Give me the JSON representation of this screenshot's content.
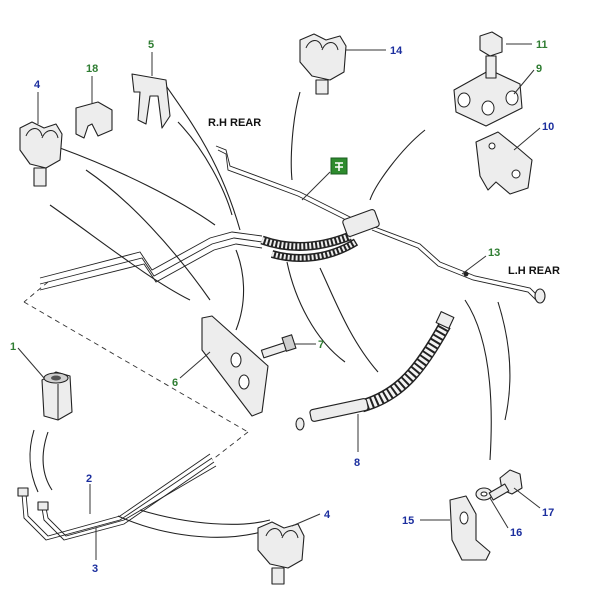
{
  "colors": {
    "callout_blue": "#1b2e9e",
    "callout_green": "#2f7d32",
    "note_icon_green": "#2e8b2e"
  },
  "labels": {
    "rh_rear": "R.H REAR",
    "lh_rear": "L.H REAR",
    "note_icon": "note-info-icon"
  },
  "callouts": {
    "c1": "1",
    "c2": "2",
    "c3": "3",
    "c4a": "4",
    "c4b": "4",
    "c5": "5",
    "c6": "6",
    "c7": "7",
    "c8": "8",
    "c9": "9",
    "c10": "10",
    "c11": "11",
    "c13": "13",
    "c14": "14",
    "c15": "15",
    "c16": "16",
    "c17": "17",
    "c18": "18"
  }
}
